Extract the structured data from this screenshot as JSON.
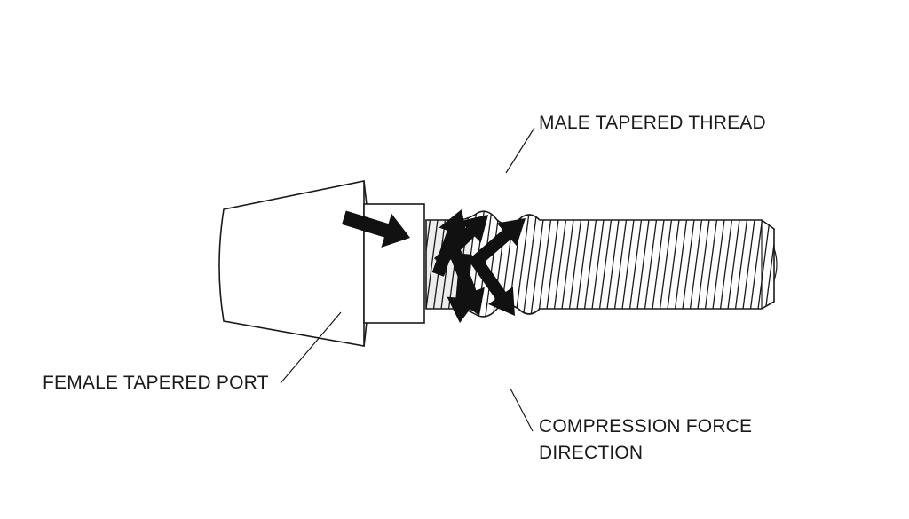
{
  "labels": {
    "male_thread": "MALE TAPERED THREAD",
    "female_port": "FEMALE TAPERED PORT",
    "compression_line1": "COMPRESSION FORCE",
    "compression_line2": "DIRECTION"
  },
  "colors": {
    "stroke": "#1a1a1a",
    "arrow": "#111111",
    "background": "#ffffff"
  }
}
